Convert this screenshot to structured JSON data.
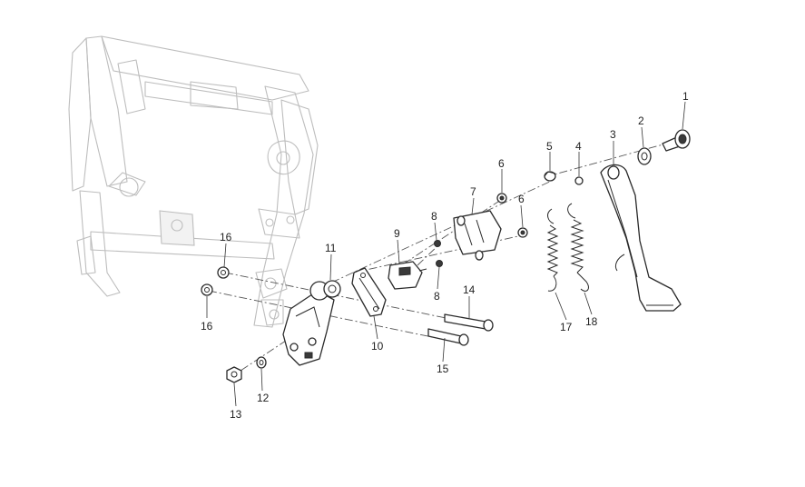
{
  "diagram": {
    "callouts": [
      {
        "id": "c1",
        "text": "1"
      },
      {
        "id": "c2",
        "text": "2"
      },
      {
        "id": "c3",
        "text": "3"
      },
      {
        "id": "c4",
        "text": "4"
      },
      {
        "id": "c5",
        "text": "5"
      },
      {
        "id": "c6a",
        "text": "6"
      },
      {
        "id": "c6b",
        "text": "6"
      },
      {
        "id": "c7",
        "text": "7"
      },
      {
        "id": "c8a",
        "text": "8"
      },
      {
        "id": "c8b",
        "text": "8"
      },
      {
        "id": "c9",
        "text": "9"
      },
      {
        "id": "c10",
        "text": "10"
      },
      {
        "id": "c11",
        "text": "11"
      },
      {
        "id": "c12",
        "text": "12"
      },
      {
        "id": "c13",
        "text": "13"
      },
      {
        "id": "c14",
        "text": "14"
      },
      {
        "id": "c15",
        "text": "15"
      },
      {
        "id": "c16a",
        "text": "16"
      },
      {
        "id": "c16b",
        "text": "16"
      },
      {
        "id": "c17",
        "text": "17"
      },
      {
        "id": "c18",
        "text": "18"
      }
    ]
  }
}
